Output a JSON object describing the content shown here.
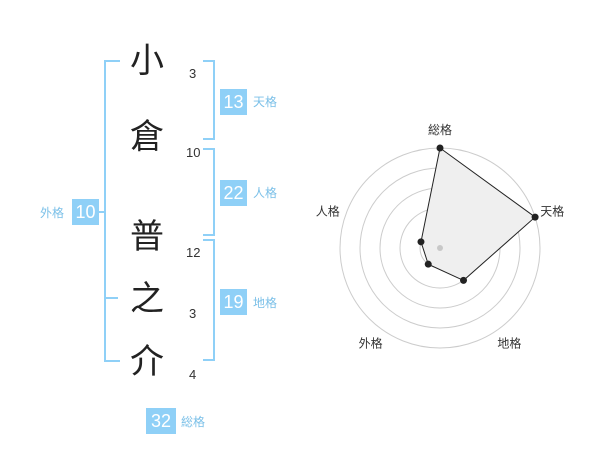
{
  "characters": [
    {
      "char": "小",
      "strokes": "3"
    },
    {
      "char": "倉",
      "strokes": "10"
    },
    {
      "char": "普",
      "strokes": "12"
    },
    {
      "char": "之",
      "strokes": "3"
    },
    {
      "char": "介",
      "strokes": "4"
    }
  ],
  "fortunes": {
    "tenkaku": {
      "value": "13",
      "label": "天格"
    },
    "jinkaku": {
      "value": "22",
      "label": "人格"
    },
    "chikaku": {
      "value": "19",
      "label": "地格"
    },
    "gaikaku": {
      "value": "10",
      "label": "外格"
    },
    "soukaku": {
      "value": "32",
      "label": "総格"
    }
  },
  "radar": {
    "axes": [
      "総格",
      "天格",
      "地格",
      "外格",
      "人格"
    ],
    "values": [
      5,
      5,
      2,
      1,
      1
    ],
    "max": 5,
    "rings": 5
  },
  "colors": {
    "accent": "#8fd0f7",
    "label_text": "#7bc0e8",
    "radar_fill": "#efefef",
    "radar_line": "#222222",
    "ring": "#cccccc"
  }
}
